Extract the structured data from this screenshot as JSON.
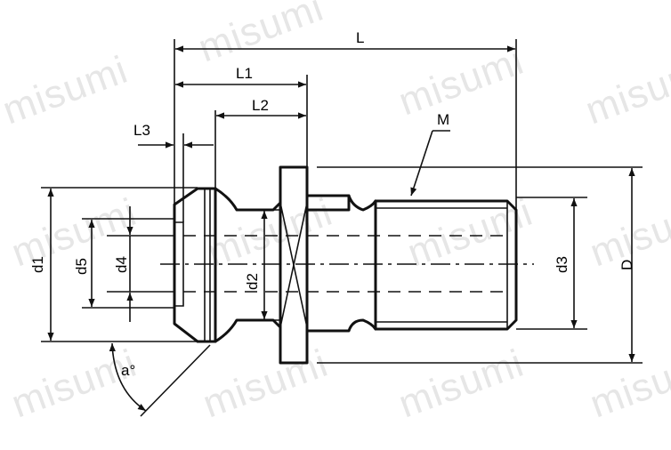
{
  "watermark": "misumi",
  "labels": {
    "L": "L",
    "L1": "L1",
    "L2": "L2",
    "L3": "L3",
    "M": "M",
    "d1": "d1",
    "d2": "d2",
    "d3": "d3",
    "d4": "d4",
    "d5": "d5",
    "D": "D",
    "angle": "a°"
  }
}
